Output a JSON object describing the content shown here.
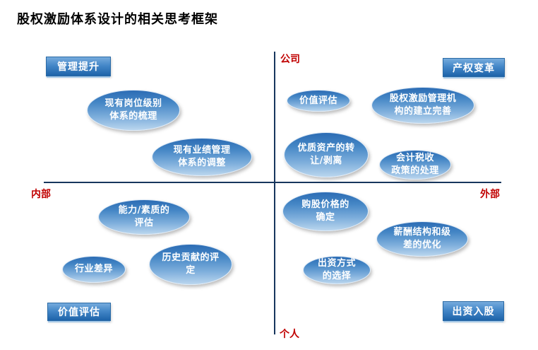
{
  "title": "股权激励体系设计的相关思考框架",
  "axis": {
    "top": "公司",
    "bottom": "个人",
    "left": "内部",
    "right": "外部"
  },
  "corners": {
    "top_left": "管理提升",
    "top_right": "产权变革",
    "bottom_left": "价值评估",
    "bottom_right": "出资入股"
  },
  "bubbles": [
    {
      "label": "现有岗位级别\n体系的梳理",
      "quadrant": "top-left"
    },
    {
      "label": "现有业绩管理\n体系的调整",
      "quadrant": "top-left"
    },
    {
      "label": "价值评估",
      "quadrant": "top-right"
    },
    {
      "label": "股权激励管理机\n构的建立完善",
      "quadrant": "top-right"
    },
    {
      "label": "优质资产的转\n让/剥离",
      "quadrant": "top-right"
    },
    {
      "label": "会计税收\n政策的处理",
      "quadrant": "top-right"
    },
    {
      "label": "能力/素质的\n评估",
      "quadrant": "bottom-left"
    },
    {
      "label": "行业差异",
      "quadrant": "bottom-left"
    },
    {
      "label": "历史贡献的评\n定",
      "quadrant": "bottom-left"
    },
    {
      "label": "购股价格的\n确定",
      "quadrant": "bottom-right"
    },
    {
      "label": "薪酬结构和级\n差的优化",
      "quadrant": "bottom-right"
    },
    {
      "label": "出资方式\n的选择",
      "quadrant": "bottom-right"
    }
  ],
  "colors": {
    "axis_label": "#C00000",
    "axis_line": "#17365D",
    "bubble_gradient_top": "#2C6CB4",
    "bubble_gradient_bottom": "#BAD6EE",
    "corner_button_top": "#76ABDD",
    "corner_button_bottom": "#1D63A9",
    "text_on_blue": "#FFFFFF",
    "title_text": "#000000"
  }
}
